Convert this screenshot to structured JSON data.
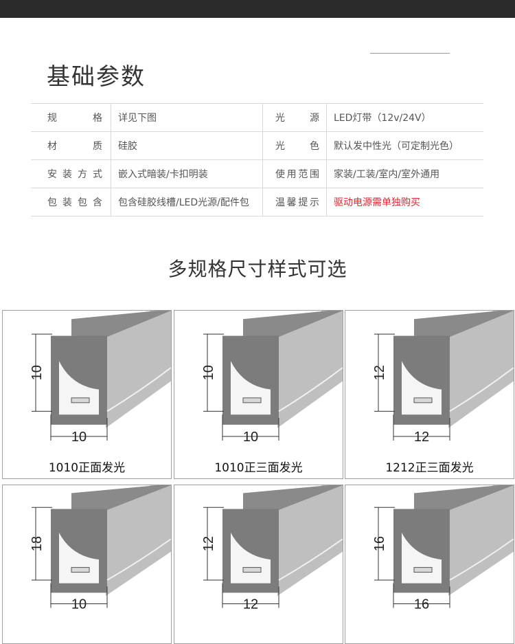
{
  "section": {
    "title": "基础参数"
  },
  "params": [
    {
      "label": "规　格",
      "value": "详见下图",
      "label2": "光　源",
      "value2": "LED灯带（12v/24V）",
      "warn2": false
    },
    {
      "label": "材　质",
      "value": "硅胶",
      "label2": "光　色",
      "value2": "默认发中性光（可定制光色）",
      "warn2": false
    },
    {
      "label": "安装方式",
      "value": "嵌入式暗装/卡扣明装",
      "label2": "使用范围",
      "value2": "家装/工装/室内/室外通用",
      "warn2": false
    },
    {
      "label": "包装包含",
      "value": "包含硅胶线槽/LED光源/配件包",
      "label2": "温馨提示",
      "value2": "驱动电源需单独购买",
      "warn2": true
    }
  ],
  "subtitle": "多规格尺寸样式可选",
  "products": [
    {
      "caption": "1010正面发光",
      "dim_h": "10",
      "dim_w": "10"
    },
    {
      "caption": "1010正三面发光",
      "dim_h": "10",
      "dim_w": "10"
    },
    {
      "caption": "1212正三面发光",
      "dim_h": "12",
      "dim_w": "12"
    },
    {
      "caption": "",
      "dim_h": "18",
      "dim_w": "10"
    },
    {
      "caption": "",
      "dim_h": "12",
      "dim_w": "12"
    },
    {
      "caption": "",
      "dim_h": "16",
      "dim_w": "16"
    }
  ],
  "colors": {
    "warning": "#e0262d",
    "profile_dark": "#7a7a7a",
    "profile_light": "#bdbdbd",
    "topbar": "#2b2b2b"
  }
}
